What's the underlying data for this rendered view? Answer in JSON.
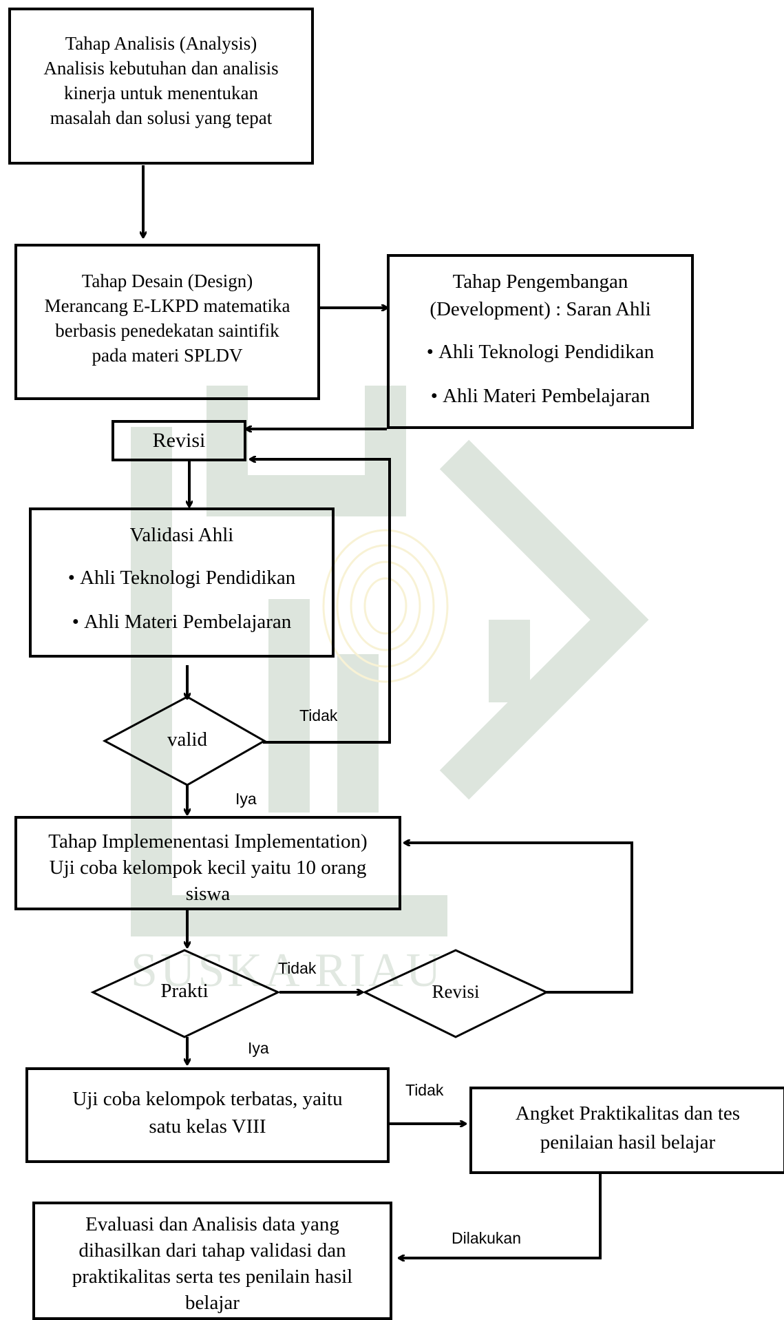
{
  "watermark": {
    "text": "SUSKA RIAU",
    "color": "#a9bda9",
    "accent": "#f3e6a6"
  },
  "analysis": {
    "line1": "Tahap Analisis (Analysis)",
    "line2": "Analisis kebutuhan dan analisis",
    "line3": "kinerja untuk menentukan",
    "line4": "masalah dan solusi yang tepat"
  },
  "design": {
    "line1": "Tahap Desain (Design)",
    "line2": "Merancang E-LKPD matematika",
    "line3": "berbasis penedekatan saintifik",
    "line4": "pada materi SPLDV"
  },
  "development": {
    "line1": "Tahap Pengembangan",
    "line2": "(Development) : Saran Ahli",
    "bullets": [
      "Ahli Teknologi Pendidikan",
      "Ahli Materi Pembelajaran"
    ]
  },
  "revisi_box": {
    "label": "Revisi"
  },
  "validation": {
    "title": "Validasi Ahli",
    "bullets": [
      "Ahli Teknologi Pendidikan",
      "Ahli Materi Pembelajaran"
    ]
  },
  "decision_valid": {
    "label": "valid"
  },
  "implementation": {
    "line1": "Tahap Implemenentasi Implementation)",
    "line2": "Uji coba kelompok kecil yaitu 10 orang",
    "line3": "siswa"
  },
  "decision_prakti": {
    "label": "Prakti"
  },
  "decision_revisi": {
    "label": "Revisi"
  },
  "limited_trial": {
    "line1": "Uji coba kelompok terbatas, yaitu",
    "line2": "satu kelas VIII"
  },
  "questionnaire": {
    "line1": "Angket Praktikalitas dan tes",
    "line2": "penilaian hasil belajar"
  },
  "evaluation": {
    "line1": "Evaluasi dan Analisis data yang",
    "line2": "dihasilkan dari tahap validasi dan",
    "line3": "praktikalitas serta tes penilain hasil",
    "line4": "belajar"
  },
  "edge_labels": {
    "tidak_valid": "Tidak",
    "iya_valid": "Iya",
    "tidak_prakti": "Tidak",
    "iya_prakti": "Iya",
    "tidak_limited": "Tidak",
    "dilakukan": "Dilakukan"
  }
}
